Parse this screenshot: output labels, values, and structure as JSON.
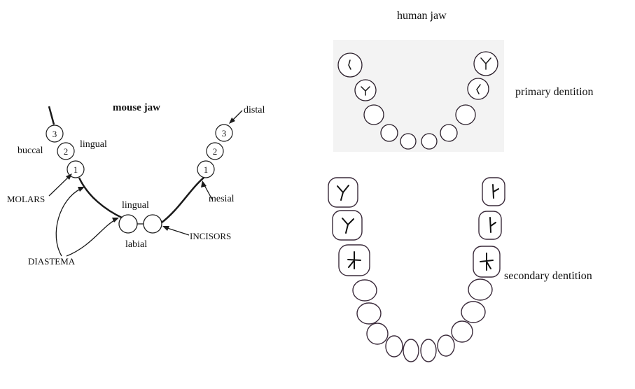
{
  "mouse": {
    "title": "mouse jaw",
    "labels": {
      "distal": "distal",
      "buccal": "buccal",
      "lingual_molar": "lingual",
      "molars": "MOLARS",
      "lingual_incisor": "lingual",
      "labial": "labial",
      "mesial": "mesial",
      "incisors": "INCISORS",
      "diastema": "DIASTEMA"
    },
    "molar_numbers": [
      "3",
      "2",
      "1"
    ]
  },
  "human": {
    "title": "human jaw",
    "primary_label": "primary dentition",
    "secondary_label": "secondary dentition"
  },
  "colors": {
    "ink": "#1a1a1a",
    "tooth_outline": "#3a2a3a",
    "primary_panel": "#f3f3f3",
    "secondary_panel": "#f7f7f7"
  }
}
